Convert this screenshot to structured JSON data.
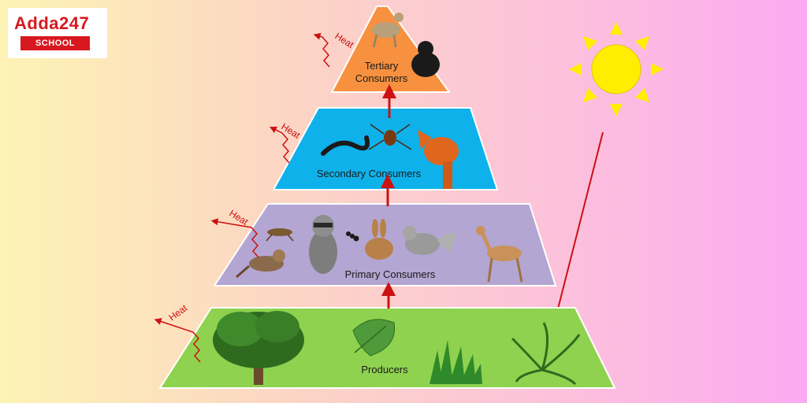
{
  "logo": {
    "brand": "Adda247",
    "sub": "SCHOOL"
  },
  "tiers": {
    "tertiary": {
      "line1": "Tertiary",
      "line2": "Consumers"
    },
    "secondary": {
      "label": "Secondary Consumers"
    },
    "primary": {
      "label": "Primary Consumers"
    },
    "producers": {
      "label": "Producers"
    }
  },
  "heat": {
    "label": "Heat"
  },
  "colors": {
    "tertiary": "#f7913f",
    "secondary": "#0fb1ea",
    "primary": "#b4a6d2",
    "producers": "#8fd24f",
    "arrow": "#cc1111",
    "sun": "#ffee00"
  }
}
